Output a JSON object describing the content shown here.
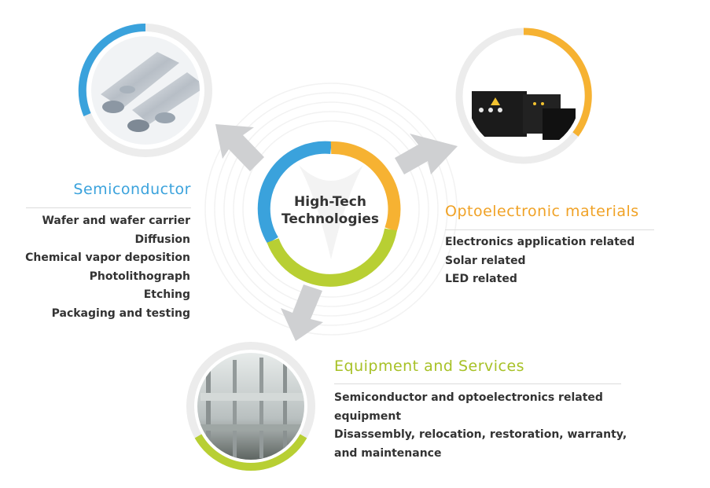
{
  "hub": {
    "line1": "High-Tech",
    "line2": "Technologies"
  },
  "colors": {
    "blue": "#3aa2dc",
    "orange": "#f6b232",
    "green": "#b8cf33",
    "gray_ring": "#ececec",
    "arrow": "#cfd0d2"
  },
  "semiconductor": {
    "title": "Semiconductor",
    "items": [
      "Wafer and wafer carrier",
      "Diffusion",
      "Chemical vapor deposition",
      "Photolithograph",
      "Etching",
      "Packaging and testing"
    ]
  },
  "optoelectronic": {
    "title": "Optoelectronic  materials",
    "items": [
      "Electronics application related",
      "Solar related",
      "LED related"
    ]
  },
  "equipment": {
    "title": "Equipment  and  Services",
    "items": [
      "Semiconductor and optoelectronics related equipment",
      "Disassembly, relocation, restoration, warranty, and maintenance"
    ]
  },
  "images": {
    "semiconductor": "wafer-photo",
    "optoelectronic": "led-module-photo",
    "equipment": "factory-photo"
  }
}
